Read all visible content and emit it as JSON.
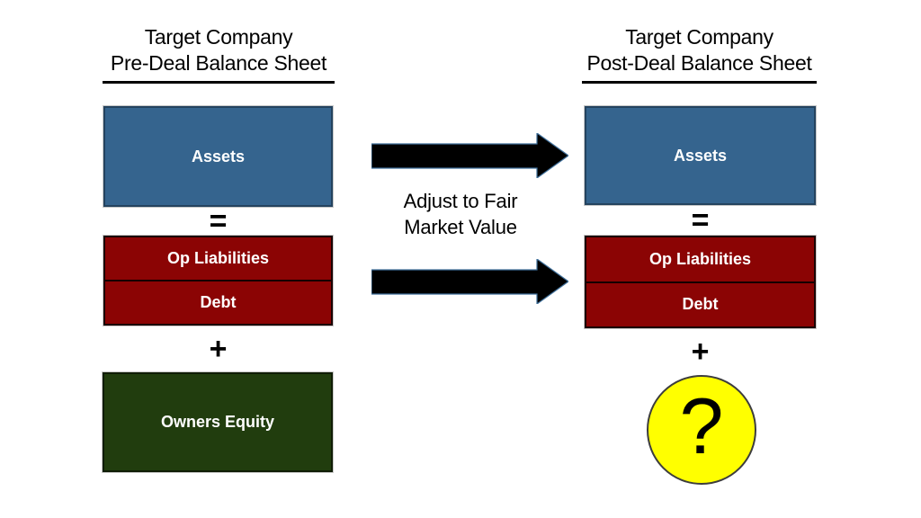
{
  "diagram": {
    "left": {
      "title_line1": "Target Company",
      "title_line2": "Pre-Deal Balance Sheet",
      "assets": "Assets",
      "equals_sign": "=",
      "op_liabilities": "Op Liabilities",
      "debt": "Debt",
      "plus_sign": "+",
      "owners_equity": "Owners Equity"
    },
    "center": {
      "annotation_line1": "Adjust to Fair",
      "annotation_line2": "Market Value"
    },
    "right": {
      "title_line1": "Target Company",
      "title_line2": "Post-Deal Balance Sheet",
      "assets": "Assets",
      "equals_sign": "=",
      "op_liabilities": "Op Liabilities",
      "debt": "Debt",
      "plus_sign": "+",
      "unknown_equity": "?"
    },
    "colors": {
      "assets_fill": "#35648E",
      "liabilities_fill": "#8B0404",
      "equity_fill": "#213D0E",
      "question_circle_fill": "#FFFF00",
      "arrow_fill": "#000000",
      "text": "#000000",
      "box_label_text": "#FFFFFF",
      "background": "#FFFFFF"
    }
  }
}
